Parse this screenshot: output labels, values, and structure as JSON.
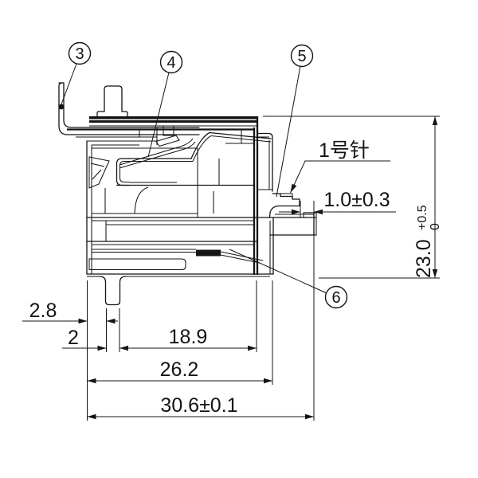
{
  "drawing": {
    "colors": {
      "line": "#141414",
      "background": "#ffffff"
    },
    "balloons": [
      {
        "label": "3"
      },
      {
        "label": "4"
      },
      {
        "label": "5"
      },
      {
        "label": "6"
      }
    ],
    "labels": {
      "pin": "1号针"
    },
    "dimensions": {
      "bracket_offset": "2.8",
      "foot_width": "2",
      "inner_depth": "18.9",
      "mid_width": "26.2",
      "overall_width": "30.6±0.1",
      "pin_setback": "1.0±0.3",
      "height_value": "23.0",
      "height_tol_upper": "+0.5",
      "height_tol_lower": "0"
    }
  }
}
